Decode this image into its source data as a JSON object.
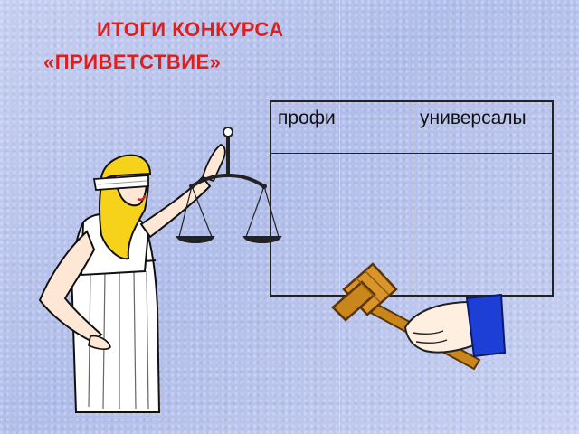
{
  "title": {
    "line1": "ИТОГИ КОНКУРСА",
    "line2": "«ПРИВЕТСТВИЕ»"
  },
  "table": {
    "columns": [
      "профи",
      "универсалы"
    ],
    "rows": [
      [
        "",
        ""
      ]
    ]
  },
  "illustrations": {
    "left": "themis-icon",
    "right": "gavel-icon"
  },
  "colors": {
    "title": "#dd1f1f",
    "background": "#b9c6ef",
    "hair": "#f6d21a",
    "sleeve": "#1e3fd6",
    "gavel": "#c8861c"
  }
}
